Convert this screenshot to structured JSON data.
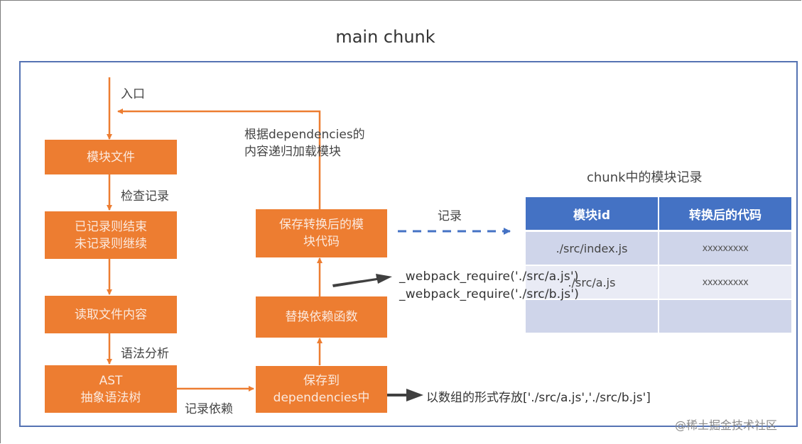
{
  "title": "main chunk",
  "colors": {
    "accent_orange": "#ed7d31",
    "frame_blue": "#5573b3",
    "table_header_blue": "#4472c4",
    "dashed_arrow_blue": "#4472c4",
    "dark_arrow": "#404040"
  },
  "flow_left": {
    "entry_label": "入口",
    "boxes": [
      {
        "lines": [
          "模块文件"
        ]
      },
      {
        "lines": [
          "已记录则结束",
          "未记录则继续"
        ]
      },
      {
        "lines": [
          "读取文件内容"
        ]
      },
      {
        "lines": [
          "AST",
          "抽象语法树"
        ]
      }
    ],
    "edge_labels": {
      "check_record": "检查记录",
      "syntax_analysis": "语法分析",
      "record_deps": "记录依赖"
    }
  },
  "flow_right": {
    "boxes": [
      {
        "lines": [
          "保存到",
          "dependencies中"
        ]
      },
      {
        "lines": [
          "替换依赖函数"
        ]
      },
      {
        "lines": [
          "保存转换后的模",
          "块代码"
        ]
      }
    ],
    "recursive_label": [
      "根据dependencies的",
      "内容递归加载模块"
    ],
    "record_label": "记录"
  },
  "annotations": {
    "require_lines": [
      "_webpack_require('./src/a.js')",
      "_webpack_require('./src/b.js')"
    ],
    "array_note": "以数组的形式存放['./src/a.js','./src/b.js']"
  },
  "module_table": {
    "title": "chunk中的模块记录",
    "headers": [
      "模块id",
      "转换后的代码"
    ],
    "rows": [
      [
        "./src/index.js",
        "xxxxxxxxx"
      ],
      [
        "./src/a.js",
        "xxxxxxxxx"
      ],
      [
        "",
        ""
      ]
    ]
  },
  "watermark": "@稀土掘金技术社区"
}
